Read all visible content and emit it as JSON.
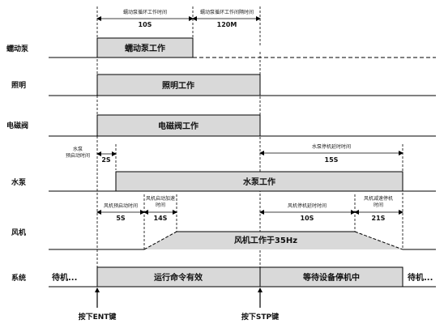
{
  "rows": {
    "peristaltic": {
      "label": "蠕动泵",
      "bar": "蠕动泵工作"
    },
    "lighting": {
      "label": "照明",
      "bar": "照明工作"
    },
    "solenoid": {
      "label": "电磁阀",
      "bar": "电磁阀工作"
    },
    "pump": {
      "label": "水泵",
      "bar": "水泵工作"
    },
    "fan": {
      "label": "风机",
      "bar": "风机工作于35Hz"
    },
    "system": {
      "label": "系统",
      "standby_left": "待机...",
      "running": "运行命令有效",
      "waiting_stop": "等待设备停机中",
      "standby_right": "待机..."
    }
  },
  "timings": {
    "peristaltic_work": {
      "caption": "蠕动泵循环工作时间",
      "value": "10S"
    },
    "peristaltic_cycle": {
      "caption": "蠕动泵循环工作间隔时间",
      "value": "120M"
    },
    "pump_pre_start": {
      "caption_line1": "水泵",
      "caption_line2": "预启动时间",
      "value": "2S"
    },
    "pump_stop_delay": {
      "caption": "水泵停机延时时间",
      "value": "15S"
    },
    "fan_pre_start": {
      "caption": "风机预启动时间",
      "value": "5S"
    },
    "fan_accel": {
      "caption_line1": "风机启动加速",
      "caption_line2": "时间",
      "value": "14S"
    },
    "fan_stop_delay": {
      "caption": "风机停机延时时间",
      "value": "10S"
    },
    "fan_decel": {
      "caption_line1": "风机减速停机",
      "caption_line2": "时间",
      "value": "21S"
    }
  },
  "events": {
    "ent": "按下ENT键",
    "stp": "按下STP键"
  },
  "colors": {
    "bar_fill": "#d9d9d9",
    "line": "#000000"
  }
}
